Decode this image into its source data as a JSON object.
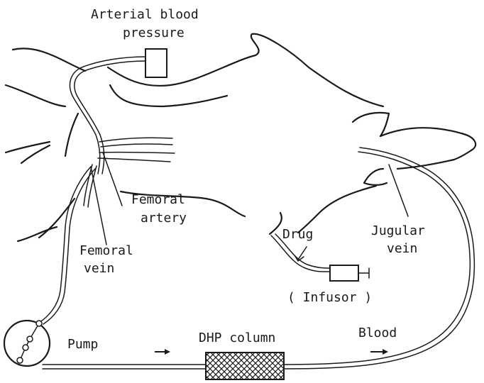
{
  "labels": {
    "arterial_bp_line1": "Arterial blood",
    "arterial_bp_line2": "pressure",
    "femoral_artery_line1": "Femoral",
    "femoral_artery_line2": "artery",
    "femoral_vein_line1": "Femoral",
    "femoral_vein_line2": "vein",
    "drug": "Drug",
    "jugular_line1": "Jugular",
    "jugular_line2": "vein",
    "infusor": "( Infusor  )",
    "pump": "Pump",
    "dhp_column": "DHP column",
    "blood": "Blood"
  },
  "colors": {
    "ink": "#1a1a1a",
    "paper": "#ffffff"
  }
}
